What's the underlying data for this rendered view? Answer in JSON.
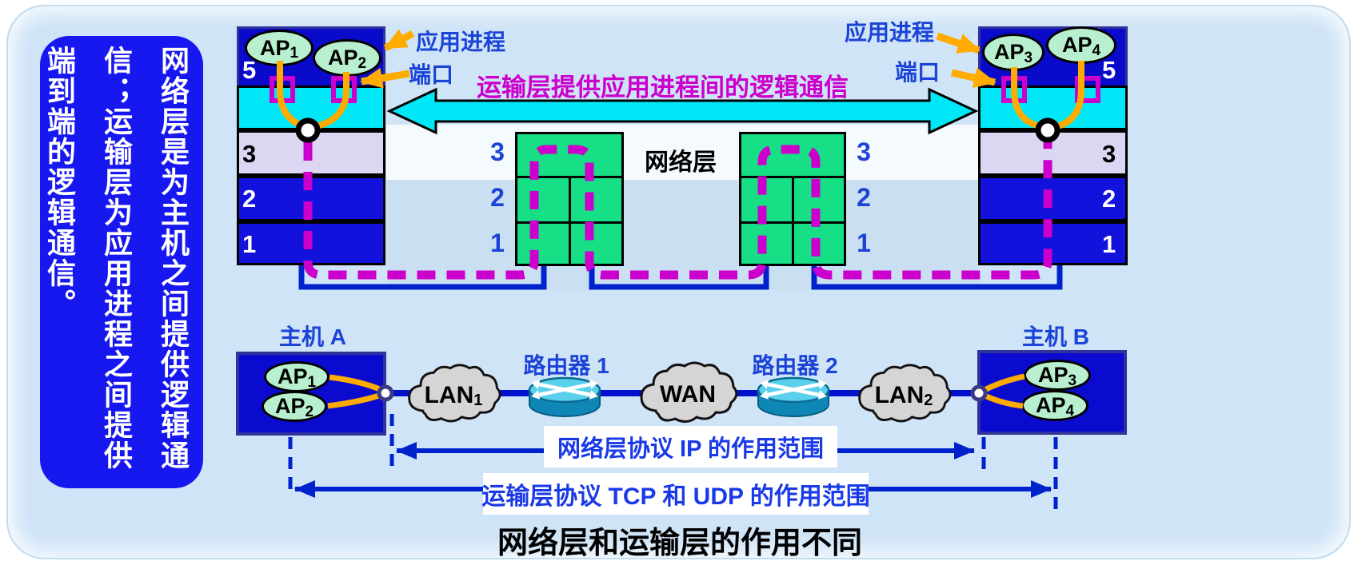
{
  "colors": {
    "panel_bg": "#cfe4f7",
    "layer_blue": "#0d0dd2",
    "transport_cyan": "#00e7f7",
    "router_green": "#16df85",
    "lavender": "#dbd7f2",
    "magenta": "#cc00cc",
    "orange": "#ffab00",
    "link_blue": "#0022cc",
    "label_blue": "#1b43d6",
    "cloud_gray": "#d5d5d5"
  },
  "sidebar": {
    "text": "网络层是为主机之间提供逻辑通信；运输层为应用进程之间提供端到端的逻辑通信。"
  },
  "top": {
    "transport_arrow_label": "运输层提供应用进程间的逻辑通信",
    "network_layer_label": "网络层",
    "left_annotations": {
      "app_process": "应用进程",
      "port": "端口"
    },
    "right_annotations": {
      "app_process": "应用进程",
      "port": "端口"
    },
    "left_stack": {
      "layer5": "5",
      "layer3": "3",
      "layer2": "2",
      "layer1": "1",
      "ap1": {
        "base": "AP",
        "sub": "1"
      },
      "ap2": {
        "base": "AP",
        "sub": "2"
      }
    },
    "right_stack": {
      "layer5": "5",
      "layer3": "3",
      "layer2": "2",
      "layer1": "1",
      "ap3": {
        "base": "AP",
        "sub": "3"
      },
      "ap4": {
        "base": "AP",
        "sub": "4"
      }
    },
    "router1_layers": {
      "l3": "3",
      "l2": "2",
      "l1": "1"
    },
    "router2_layers": {
      "l3": "3",
      "l2": "2",
      "l1": "1"
    }
  },
  "bottom": {
    "host_a": {
      "label": "主机 A",
      "ap1": {
        "base": "AP",
        "sub": "1"
      },
      "ap2": {
        "base": "AP",
        "sub": "2"
      }
    },
    "host_b": {
      "label": "主机 B",
      "ap3": {
        "base": "AP",
        "sub": "3"
      },
      "ap4": {
        "base": "AP",
        "sub": "4"
      }
    },
    "router1_label": "路由器 1",
    "router2_label": "路由器 2",
    "lan1": {
      "base": "LAN",
      "sub": "1"
    },
    "wan": "WAN",
    "lan2": {
      "base": "LAN",
      "sub": "2"
    },
    "ip_scope_label": "网络层协议 IP 的作用范围",
    "tcp_scope_label": "运输层协议 TCP 和 UDP 的作用范围",
    "caption": "网络层和运输层的作用不同"
  }
}
